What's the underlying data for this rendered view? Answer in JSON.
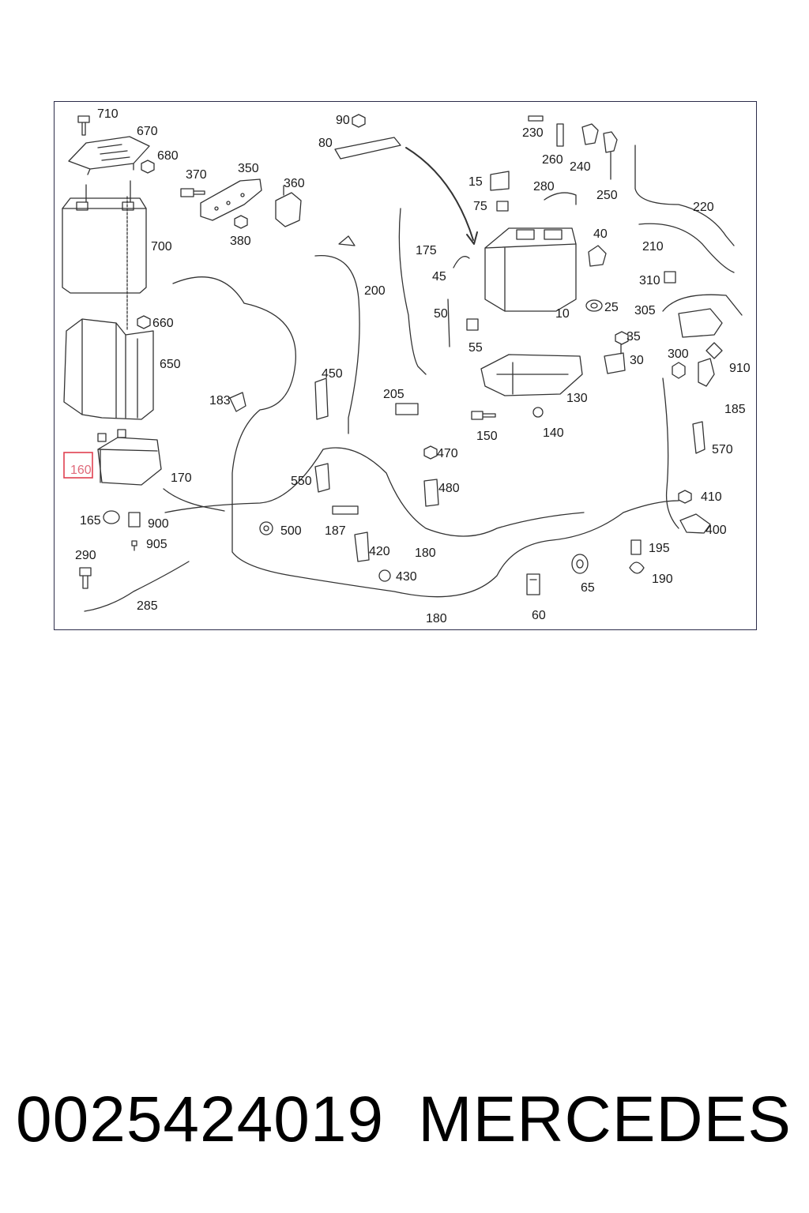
{
  "diagram": {
    "callouts": {
      "c710": "710",
      "c670": "670",
      "c680": "680",
      "c370": "370",
      "c350": "350",
      "c360": "360",
      "c380": "380",
      "c700": "700",
      "c660": "660",
      "c650": "650",
      "c160": "160",
      "c170": "170",
      "c165": "165",
      "c900": "900",
      "c905": "905",
      "c290": "290",
      "c285": "285",
      "c90": "90",
      "c80": "80",
      "c175": "175",
      "c200": "200",
      "c450": "450",
      "c183": "183",
      "c205": "205",
      "c550": "550",
      "c500": "500",
      "c187": "187",
      "c420": "420",
      "c430": "430",
      "c470": "470",
      "c480": "480",
      "c180a": "180",
      "c180b": "180",
      "c230": "230",
      "c260": "260",
      "c240": "240",
      "c250": "250",
      "c15": "15",
      "c75": "75",
      "c280": "280",
      "c220": "220",
      "c210": "210",
      "c40": "40",
      "c45": "45",
      "c50": "50",
      "c55": "55",
      "c10": "10",
      "c25": "25",
      "c310": "310",
      "c305": "305",
      "c35": "35",
      "c30": "30",
      "c300": "300",
      "c910": "910",
      "c130": "130",
      "c150": "150",
      "c140": "140",
      "c185": "185",
      "c570": "570",
      "c410": "410",
      "c400": "400",
      "c195": "195",
      "c190": "190",
      "c65": "65",
      "c60": "60"
    },
    "highlight_color": "#e04050"
  },
  "footer": {
    "part_number": "0025424019",
    "brand": "MERCEDES"
  }
}
